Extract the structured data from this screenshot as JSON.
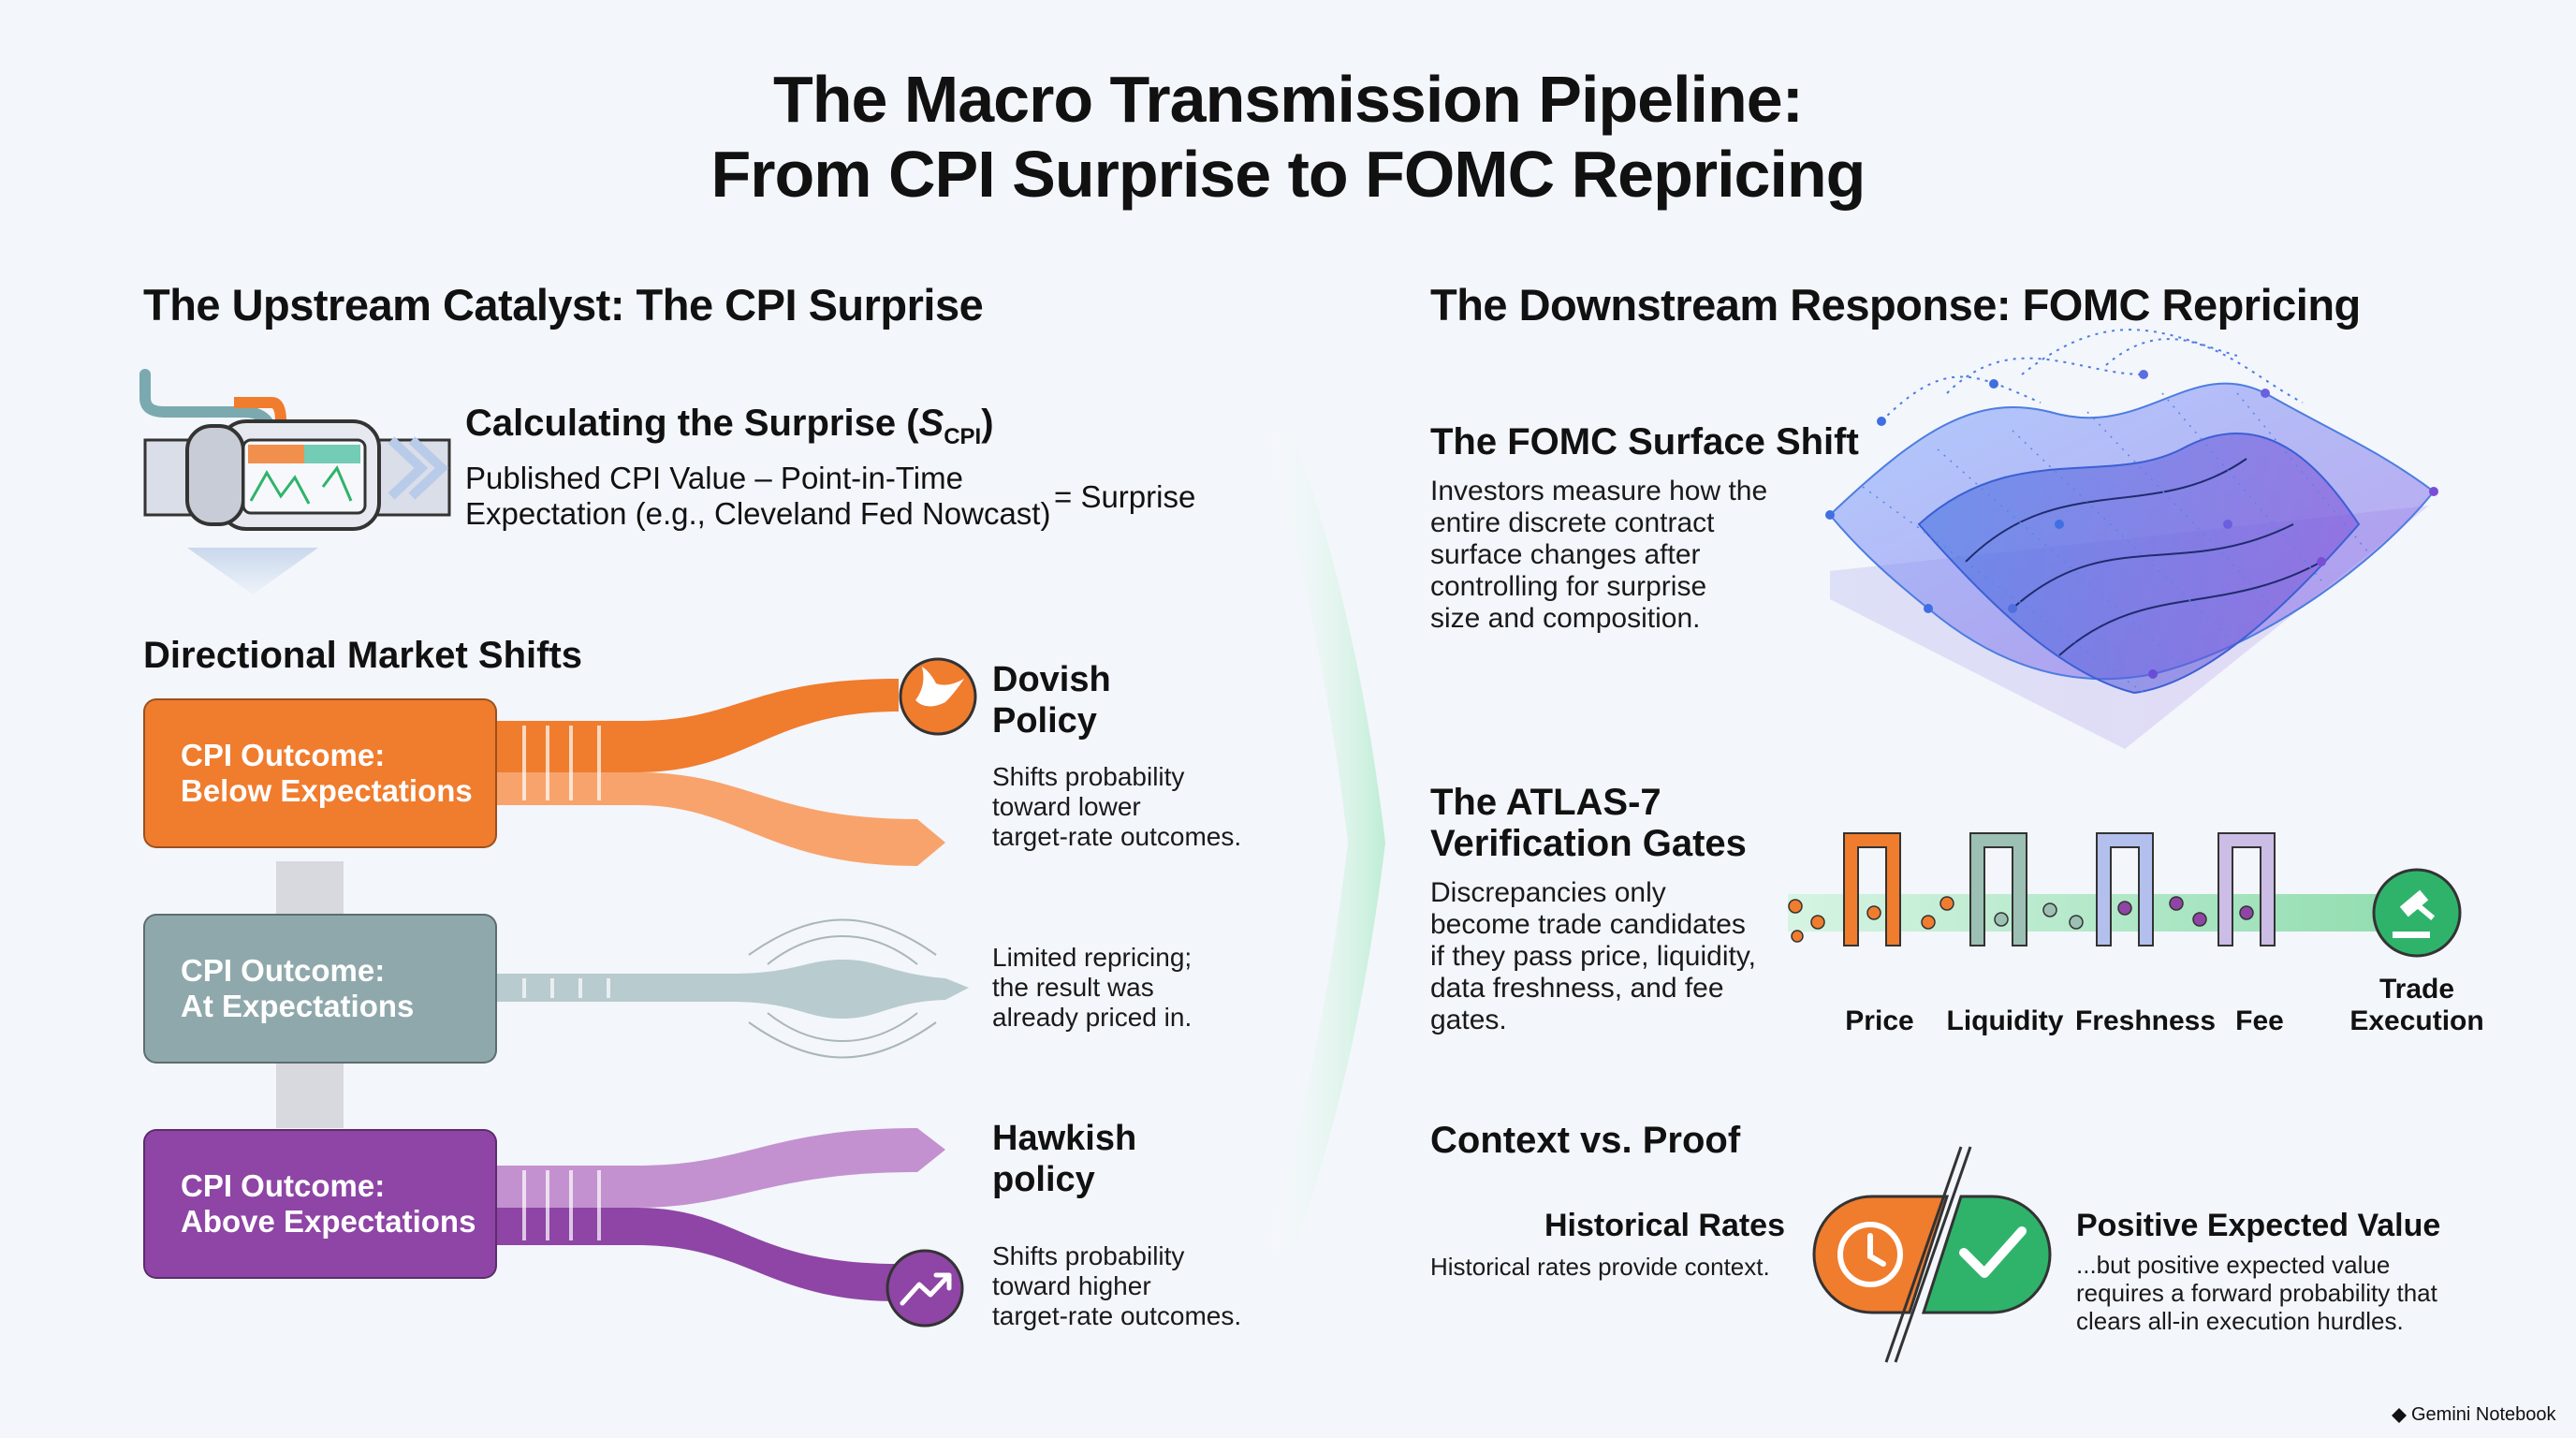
{
  "title": {
    "line1": "The Macro Transmission Pipeline:",
    "line2": "From CPI Surprise to FOMC Repricing"
  },
  "left": {
    "heading": "The Upstream Catalyst: The CPI Surprise",
    "surprise": {
      "title_prefix": "Calculating the Surprise (",
      "symbol": "S",
      "subscript": "CPI",
      "title_suffix": ")",
      "formula_line1": "Published CPI Value – Point-in-Time",
      "formula_line2": "Expectation (e.g., Cleveland Fed Nowcast)",
      "equals": "= Surprise"
    },
    "shifts_heading": "Directional Market Shifts",
    "outcomes": [
      {
        "line1": "CPI Outcome:",
        "line2": "Below Expectations",
        "color": "#f07c2e"
      },
      {
        "line1": "CPI Outcome:",
        "line2": "At Expectations",
        "color": "#8fa8ac"
      },
      {
        "line1": "CPI Outcome:",
        "line2": "Above Expectations",
        "color": "#8e45a5"
      }
    ],
    "results": {
      "dovish_title1": "Dovish",
      "dovish_title2": "Policy",
      "dovish_body": [
        "Shifts probability",
        "toward lower",
        "target-rate outcomes."
      ],
      "neutral_body": [
        "Limited repricing;",
        "the result was",
        "already priced in."
      ],
      "hawkish_title1": "Hawkish",
      "hawkish_title2": "policy",
      "hawkish_body": [
        "Shifts probability",
        "toward higher",
        "target-rate outcomes."
      ]
    },
    "icons": [
      "pipe-gauge-icon",
      "dove-icon",
      "trend-up-icon"
    ]
  },
  "right": {
    "heading": "The Downstream Response: FOMC Repricing",
    "surface": {
      "title": "The FOMC Surface Shift",
      "body": [
        "Investors measure how the",
        "entire discrete contract",
        "surface changes after",
        "controlling for surprise",
        "size and composition."
      ]
    },
    "gates": {
      "title1": "The ATLAS-7",
      "title2": "Verification Gates",
      "body": [
        "Discrepancies only",
        "become trade candidates",
        "if they pass price, liquidity,",
        "data freshness, and fee",
        "gates."
      ],
      "labels": [
        "Price",
        "Liquidity",
        "Freshness",
        "Fee"
      ],
      "gate_colors": [
        "#f07c2e",
        "#6f9c8c",
        "#7d8fd0",
        "#9a86c8"
      ],
      "execution_label1": "Trade",
      "execution_label2": "Execution",
      "icons": [
        "gavel-icon"
      ]
    },
    "context": {
      "heading": "Context vs. Proof",
      "hist_title": "Historical Rates",
      "hist_body": "Historical rates provide context.",
      "ev_title": "Positive Expected Value",
      "ev_body": [
        "...but positive expected value",
        "requires a forward probability that",
        "clears all-in execution hurdles."
      ],
      "icons": [
        "clock-icon",
        "checkmark-icon"
      ]
    }
  },
  "footer": {
    "brand": "Gemini Notebook"
  },
  "colors": {
    "orange": "#f07c2e",
    "teal": "#8fa8ac",
    "purple": "#8e45a5",
    "green": "#2fb36b",
    "blue": "#5a7fe0"
  }
}
